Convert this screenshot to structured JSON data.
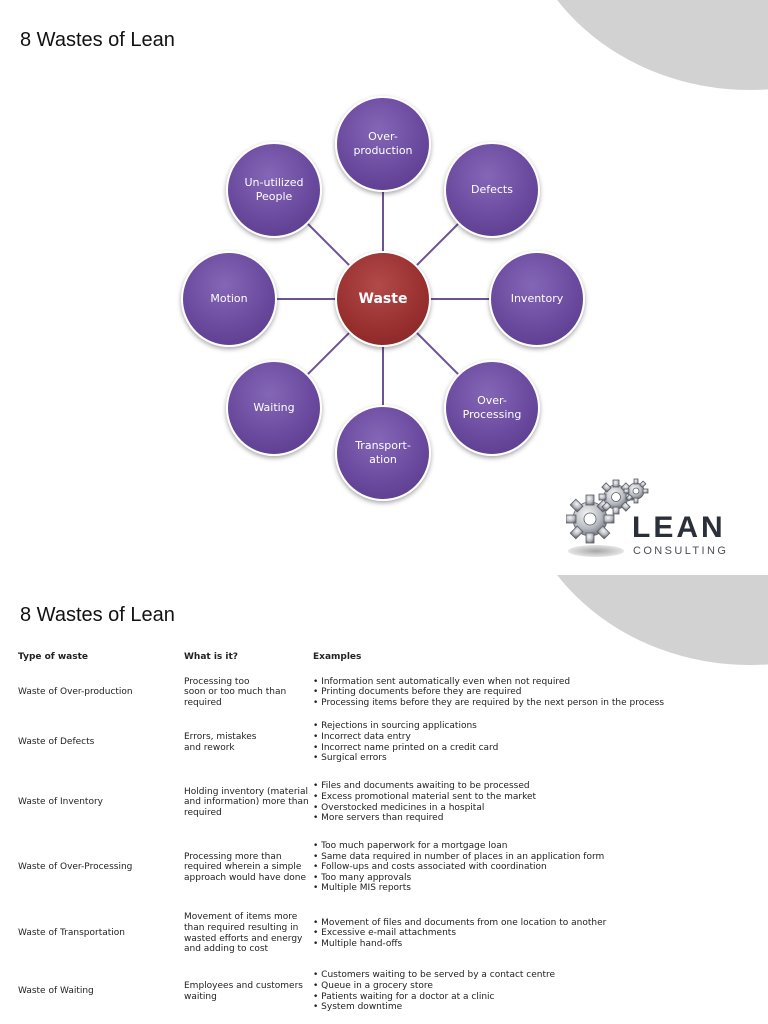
{
  "slide1": {
    "title": "8 Wastes of Lean",
    "hub": "Waste",
    "nodes": [
      "Over-\nproduction",
      "Defects",
      "Inventory",
      "Over-\nProcessing",
      "Transport-\nation",
      "Waiting",
      "Motion",
      "Un-utilized\nPeople"
    ],
    "logo": {
      "name": "LEAN",
      "tagline": "CONSULTING",
      "icon": "gears-icon"
    }
  },
  "slide2": {
    "title": "8 Wastes of Lean",
    "headers": [
      "Type of waste",
      "What is it?",
      "Examples"
    ],
    "rows": [
      {
        "type": "Waste of Over-production",
        "what": "Processing too\nsoon or too much than\nrequired",
        "examples": [
          "Information sent automatically even when not required",
          "Printing documents before they are required",
          "Processing items before they are required by the next person in the process"
        ]
      },
      {
        "type": "Waste of Defects",
        "what": "Errors, mistakes\nand rework",
        "examples": [
          "Rejections in sourcing applications",
          "Incorrect data entry",
          "Incorrect name printed on a credit card",
          "Surgical errors"
        ]
      },
      {
        "type": "Waste of Inventory",
        "what": "Holding inventory (material\nand information) more than\nrequired",
        "examples": [
          "Files and documents awaiting to be processed",
          "Excess promotional material sent to the market",
          "Overstocked medicines in a hospital",
          "More servers than required"
        ]
      },
      {
        "type": "Waste of Over-Processing",
        "what": "Processing more than\nrequired wherein a simple\napproach would have done",
        "examples": [
          "Too much paperwork for a mortgage loan",
          "Same data required in number of places in an application form",
          "Follow-ups and costs associated with coordination",
          "Too many approvals",
          "Multiple MIS reports"
        ]
      },
      {
        "type": "Waste of Transportation",
        "what": "Movement of items more\nthan required resulting in\nwasted efforts and energy\nand adding to cost",
        "examples": [
          "Movement of files and documents from one location to another",
          "Excessive e-mail attachments",
          "Multiple hand-offs"
        ]
      },
      {
        "type": "Waste of Waiting",
        "what": "Employees and customers\nwaiting",
        "examples": [
          "Customers waiting to be served by a contact centre",
          "Queue in a grocery store",
          "Patients waiting for a doctor at a clinic",
          "System downtime"
        ]
      }
    ]
  }
}
